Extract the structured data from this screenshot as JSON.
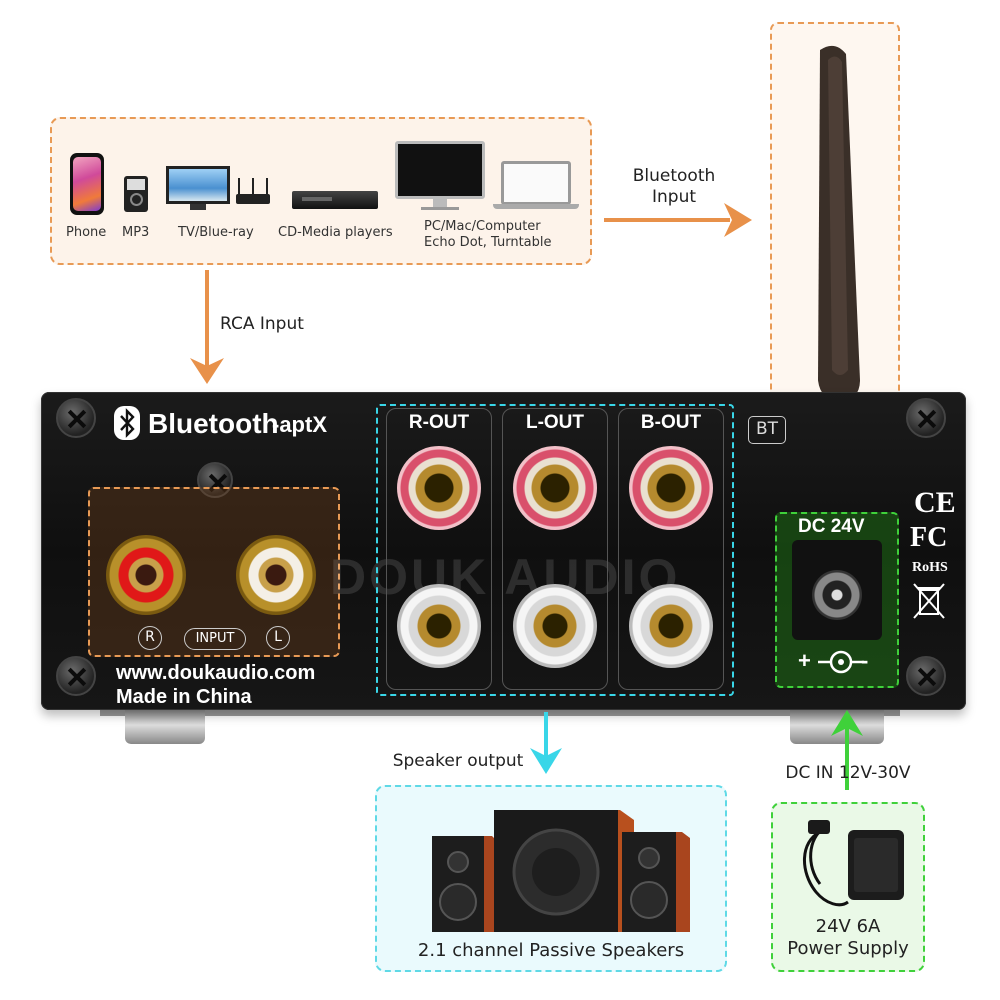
{
  "sources": {
    "devices": [
      {
        "icon": "phone-icon",
        "label": "Phone"
      },
      {
        "icon": "mp3-player-icon",
        "label": "MP3"
      },
      {
        "icon": "tv-router-icon",
        "label": "TV/Blue-ray"
      },
      {
        "icon": "cd-player-icon",
        "label": "CD-Media players"
      },
      {
        "icon": "computer-laptop-icon",
        "label": "PC/Mac/Computer",
        "label2": "Echo Dot, Turntable"
      }
    ]
  },
  "arrows": {
    "bluetooth_line1": "Bluetooth",
    "bluetooth_line2": "Input",
    "rca": "RCA Input",
    "speaker": "Speaker output",
    "dc": "DC IN 12V-30V"
  },
  "panel": {
    "brand": "Bluetooth",
    "brand_suffix": "-aptX",
    "website": "www.doukaudio.com",
    "made_in": "Made in China",
    "input_r": "R",
    "input_label": "INPUT",
    "input_l": "L",
    "outputs": [
      "R-OUT",
      "L-OUT",
      "B-OUT"
    ],
    "bt": "BT",
    "dc_label": "DC 24V",
    "dc_polarity": "+ -",
    "certs": [
      "CE",
      "FC",
      "RoHS"
    ],
    "watermark": "DOUK AUDIO"
  },
  "speakers": {
    "caption": "2.1 channel Passive  Speakers"
  },
  "power": {
    "line1": "24V 6A",
    "line2": "Power Supply"
  },
  "colors": {
    "orange_accent": "#e8914a",
    "cyan_accent": "#39d6e8",
    "green_accent": "#3fd13a"
  }
}
